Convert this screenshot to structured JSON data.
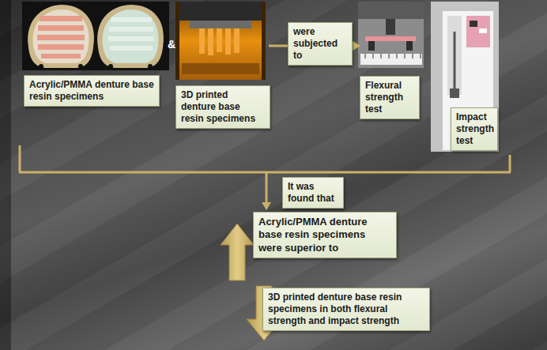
{
  "diagram": {
    "nodes": [
      {
        "text": [
          "Acrylic/PMMA denture base resin specimens"
        ]
      },
      {
        "text": [
          "3D printed denture base resin specimens"
        ]
      },
      {
        "text": [
          "were subjected to"
        ]
      },
      {
        "text": [
          "Flexural strength test"
        ]
      },
      {
        "text": [
          "Impact strength test"
        ]
      },
      {
        "text": [
          "It was found that"
        ]
      },
      {
        "text": [
          "Acrylic/PMMA denture base resin specimens were superior to"
        ]
      },
      {
        "text": [
          "3D printed denture base resin specimens in both flexural strength and impact strength"
        ]
      }
    ],
    "labels": [
      "&"
    ]
  }
}
